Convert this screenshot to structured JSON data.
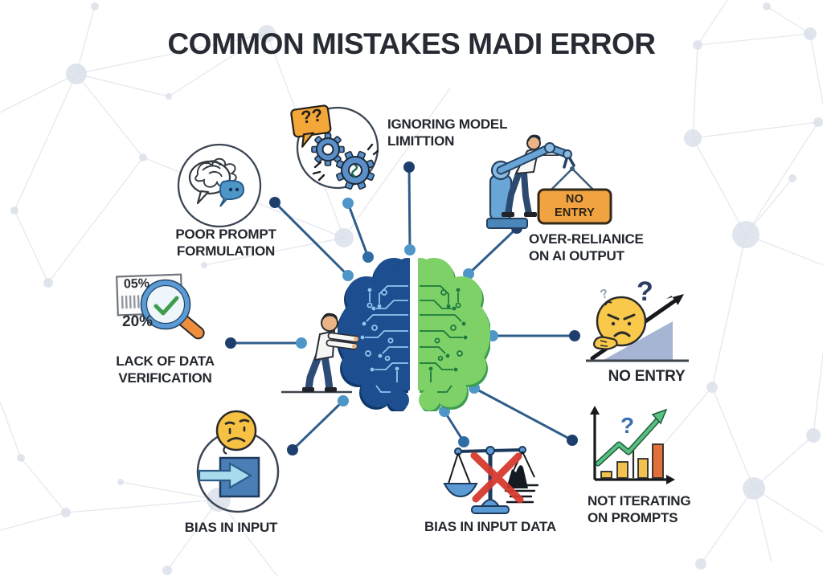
{
  "title": "COMMON MISTAKES MADI ERROR",
  "center_icon": "human-brain-circuit-icon",
  "mistakes": [
    {
      "id": "poor-prompt",
      "label": "POOR PROMPT\nFORMULATION",
      "icon": "tangled-speech-bubbles-icon"
    },
    {
      "id": "ignoring-model",
      "label": "IGNORING MODEL\nLIMITTION",
      "icon": "broken-gears-icon",
      "bubble_text": "??"
    },
    {
      "id": "over-reliance",
      "label": "OVER-RELIANICE\nON AI OUTPUT",
      "icon": "robot-arm-sign-icon",
      "sign_text": "NO\nENTRY"
    },
    {
      "id": "no-entry",
      "label": "NO ENTRY",
      "icon": "thinking-face-rising-arrow-icon",
      "q_large": "?",
      "q_small": "?"
    },
    {
      "id": "not-iterating",
      "label": "NOT ITERATING\nON PROMPTS",
      "icon": "bar-chart-question-icon",
      "q": "?"
    },
    {
      "id": "bias-input-data",
      "label": "BIAS IN INPUT DATA",
      "icon": "unbalanced-scales-crossed-icon"
    },
    {
      "id": "bias-input",
      "label": "BIAS IN INPUT",
      "icon": "worried-face-input-arrow-icon"
    },
    {
      "id": "lack-verification",
      "label": "LACK OF DATA\nVERIFICATION",
      "icon": "magnifier-check-document-icon",
      "doc_top": "05%",
      "doc_bottom": "20%"
    }
  ],
  "colors": {
    "brain_left": "#1d4e8f",
    "brain_right": "#7ed167",
    "connector_line": "#2f5d8a",
    "dot_light": "#4e96c8",
    "dot_dark": "#1e3f6e",
    "accent_orange": "#f0a340",
    "accent_red": "#d63a2f",
    "accent_yellow": "#f8c94a",
    "accent_green": "#5abf82",
    "text": "#23272e"
  }
}
